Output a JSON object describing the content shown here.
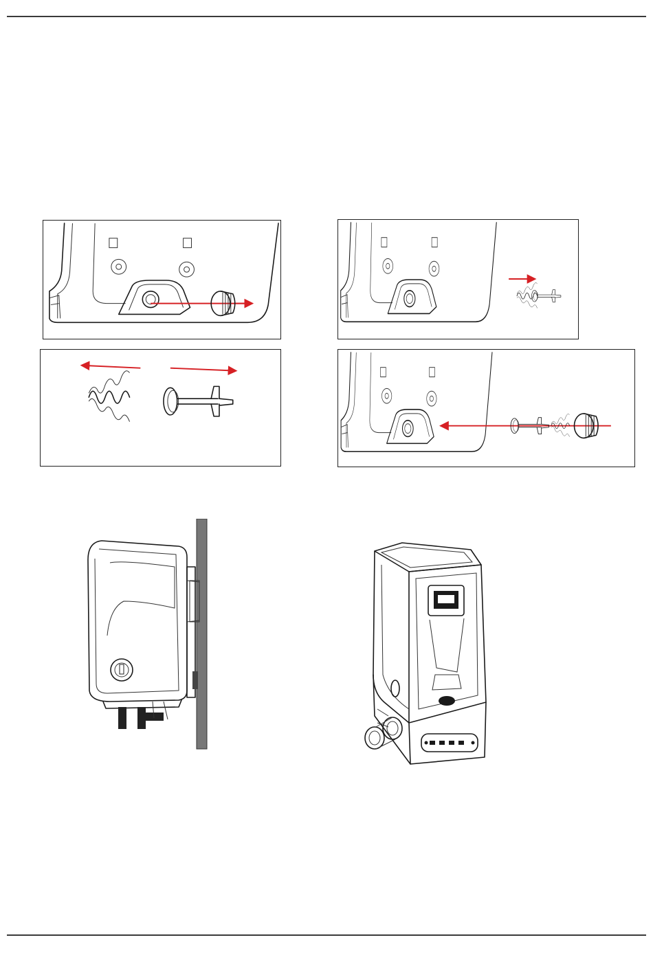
{
  "colors": {
    "arrow": "#d62024",
    "line": "#1a1a1a",
    "rule": "#3a3a3a",
    "wall": "#777777"
  },
  "figures": [
    {
      "id": "valve-cap-removal",
      "icons": [
        "pump-base-icon",
        "cap-icon",
        "red-arrow-icon"
      ]
    },
    {
      "id": "valve-extraction",
      "icons": [
        "pump-base-icon",
        "check-valve-icon",
        "red-arrow-icon"
      ]
    },
    {
      "id": "valve-disassembly",
      "icons": [
        "spring-icon",
        "check-valve-icon",
        "red-arrow-icon"
      ]
    },
    {
      "id": "valve-reassembly",
      "icons": [
        "pump-base-icon",
        "check-valve-icon",
        "spring-icon",
        "cap-icon",
        "red-arrow-icon"
      ]
    },
    {
      "id": "pump-wall-mounted",
      "icons": [
        "pump-side-icon",
        "wall-icon"
      ]
    },
    {
      "id": "pump-standing",
      "icons": [
        "pump-front-icon"
      ]
    }
  ]
}
